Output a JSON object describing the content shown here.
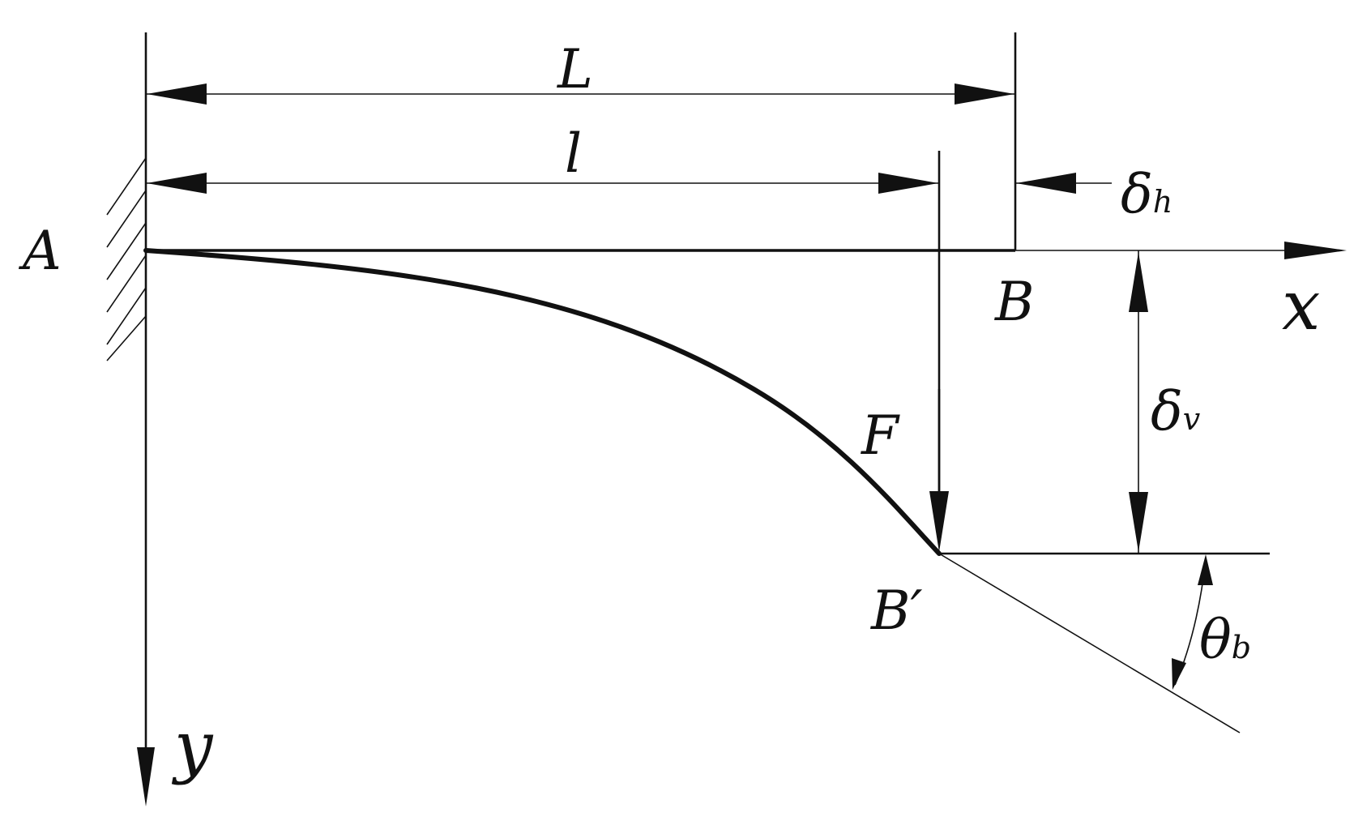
{
  "labels": {
    "support": "A",
    "beam_end": "B",
    "deflected_end": "B",
    "prime": "′",
    "total_length": "L",
    "load_position": "l",
    "force": "F",
    "x_axis": "x",
    "y_axis": "y",
    "horizontal_deflection": {
      "symbol": "δ",
      "subscript": "h"
    },
    "vertical_deflection": {
      "symbol": "δ",
      "subscript": "v"
    },
    "rotation_angle": {
      "symbol": "θ",
      "subscript": "b"
    }
  }
}
